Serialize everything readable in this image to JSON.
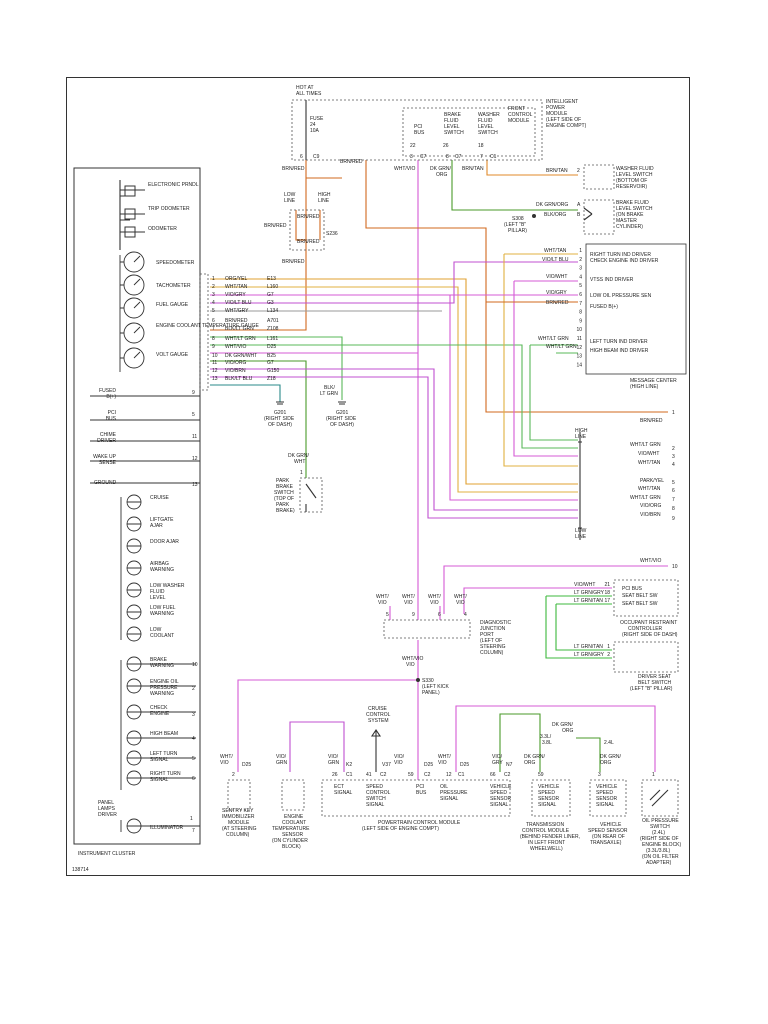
{
  "figure_id": "138714",
  "top": {
    "hot_at_all_times": [
      "HOT AT",
      "ALL TIMES"
    ],
    "fuse": [
      "FUSE",
      "24",
      "10A"
    ],
    "ipm": [
      "INTELLIGENT",
      "POWER",
      "MODULE",
      "(LEFT SIDE OF",
      "ENGINE COMPT)"
    ],
    "pci_bus": [
      "PCI",
      "BUS"
    ],
    "brake_fluid_level_switch": [
      "BRAKE",
      "FLUID",
      "LEVEL",
      "SWITCH"
    ],
    "washer_fluid_level_switch": [
      "WASHER",
      "FLUID",
      "LEVEL",
      "SWITCH"
    ],
    "front_control_module": [
      "FRONT",
      "CONTROL",
      "MODULE"
    ],
    "pins": {
      "p1": "6",
      "p2": "22",
      "p3": "26",
      "p4": "18",
      "c1": "C9",
      "c2": "3",
      "c3": "C7",
      "c4": "8",
      "c5": "C7",
      "c6": "7",
      "c7": "C1"
    },
    "wires": {
      "brn_red": "BRN/RED",
      "wht_vio": "WHT/VIO",
      "dk_grn_org": "DK GRN/",
      "org": "ORG",
      "brn_tan": "BRN/TAN"
    },
    "low_line": [
      "LOW",
      "LINE"
    ],
    "high_line": [
      "HIGH",
      "LINE"
    ],
    "s236": "S236",
    "brn_red_w1": "BRN/RED",
    "brn_red_w2": "BRN/RED",
    "brn_red_w3": "BRN/RED",
    "washer_fluid_switch_r": [
      "WASHER FLUID",
      "LEVEL SWITCH",
      "(BOTTOM OF",
      "RESERVOIR)"
    ],
    "brake_fluid_switch_r": [
      "BRAKE FLUID",
      "LEVEL SWITCH",
      "(ON BRAKE",
      "MASTER",
      "CYLINDER)"
    ],
    "s308": [
      "S308",
      "(LEFT \"B\"",
      "PILLAR)"
    ],
    "w_dk_grn_org_r": "DK GRN/ORG",
    "w_blk_org": "BLK/ORG",
    "w_brn_tan_r": "BRN/TAN",
    "pin_a": "A",
    "pin_b": "B",
    "pin_2": "2"
  },
  "cluster": {
    "title": "INSTRUMENT CLUSTER",
    "items": [
      "ELECTRONIC PRNDL",
      "TRIP ODOMETER",
      "ODOMETER",
      "SPEEDOMETER",
      "TACHOMETER",
      "FUEL GAUGE",
      "ENGINE COOLANT TEMPERATURE GAUGE",
      "VOLT GAUGE"
    ],
    "lamps": [
      "CRUISE",
      "LIFTGATE AJAR",
      "DOOR AJAR",
      "AIRBAG WARNING",
      "LOW WASHER FLUID LEVEL",
      "LOW FUEL WARNING",
      "LOW COOLANT",
      "BRAKE WARNING",
      "ENGINE OIL PRESSURE WARNING",
      "CHECK ENGINE",
      "HIGH BEAM",
      "LEFT TURN SIGNAL",
      "RIGHT TURN SIGNAL",
      "ILLUMINATOR"
    ],
    "left_inputs": [
      {
        "label": "FUSED B(+)",
        "pin": "9"
      },
      {
        "label": "PCI BUS",
        "pin": "5"
      },
      {
        "label": "CHIME DRIVER",
        "pin": "11"
      },
      {
        "label": "WAKE UP SENSE",
        "pin": "12"
      },
      {
        "label": "GROUND",
        "pin": "13"
      },
      {
        "label": "PANEL LAMPS DRIVER",
        "pin": "1"
      }
    ],
    "lamp_pins": [
      "10",
      "3",
      "4",
      "5",
      "6",
      "2",
      "7"
    ]
  },
  "harness": {
    "rows": [
      {
        "n": "1",
        "color": "ORG/YEL",
        "ckt": "E13"
      },
      {
        "n": "2",
        "color": "WHT/TAN",
        "ckt": "L160"
      },
      {
        "n": "3",
        "color": "VIO/GRY",
        "ckt": "G7"
      },
      {
        "n": "4",
        "color": "VIO/LT BLU",
        "ckt": "G3"
      },
      {
        "n": "5",
        "color": "WHT/GRY",
        "ckt": "L134"
      },
      {
        "n": "6",
        "color": "BRN/RED",
        "ckt": "A701"
      },
      {
        "n": "7",
        "color": "BLK/LT GRN",
        "ckt": "Z108"
      },
      {
        "n": "8",
        "color": "WHT/LT GRN",
        "ckt": "L161"
      },
      {
        "n": "9",
        "color": "WHT/VIO",
        "ckt": "D25"
      },
      {
        "n": "10",
        "color": "DK GRN/WHT",
        "ckt": "B25"
      },
      {
        "n": "11",
        "color": "VIO/ORG",
        "ckt": "G7"
      },
      {
        "n": "12",
        "color": "VIO/BRN",
        "ckt": "G150"
      },
      {
        "n": "13",
        "color": "BLK/LT BLU",
        "ckt": "Z18"
      }
    ],
    "g201a": [
      "G201",
      "(RIGHT SIDE",
      "OF DASH)"
    ],
    "g201b": [
      "G201",
      "(RIGHT SIDE",
      "OF DASH)"
    ],
    "blk_lt_grn": [
      "BLK/",
      "LT GRN"
    ],
    "park_brake": [
      "PARK",
      "BRAKE",
      "SWITCH",
      "(TOP OF",
      "PARK",
      "BRAKE)"
    ],
    "dk_grn_wht": [
      "DK GRN/",
      "WHT"
    ],
    "pin_1": "1"
  },
  "message_center": {
    "title": [
      "MESSAGE CENTER",
      "(HIGH LINE)"
    ],
    "entries": [
      "RIGHT TURN IND DRIVER",
      "CHECK ENGINE IND DRIVER",
      "VTSS IND DRIVER",
      "LOW OIL PRESSURE SEN",
      "FUSED B(+)",
      "LEFT TURN IND DRIVER",
      "HIGH BEAM IND DRIVER"
    ],
    "pins": [
      "1",
      "2",
      "3",
      "4",
      "5",
      "6",
      "7",
      "8",
      "9",
      "10",
      "11",
      "12",
      "13",
      "14"
    ],
    "wires": [
      "WHT/TAN",
      "VIO/LT BLU",
      "VIO/WHT",
      "VIO/GRY",
      "BRN/RED",
      "WHT/LT GRN",
      "WHT/LT GRN"
    ]
  },
  "right_stack": {
    "brn_red": "BRN/RED",
    "high_line": [
      "HIGH",
      "LINE"
    ],
    "low_line": [
      "LOW",
      "LINE"
    ],
    "wires": [
      "WHT/LT GRN",
      "VIO/WHT",
      "WHT/TAN",
      "PARK/YEL",
      "WHT/TAN",
      "WHT/LT GRN",
      "VIO/ORG",
      "VIO/BRN"
    ],
    "pins": [
      "1",
      "2",
      "3",
      "4",
      "5",
      "6",
      "7",
      "8",
      "9"
    ]
  },
  "occupant": {
    "wht_vio": "WHT/VIO",
    "pin_10": "10",
    "rows": [
      {
        "w": "VIO/WHT",
        "p": "21",
        "l": "PCI BUS"
      },
      {
        "w": "LT GRN/GRY",
        "p": "18",
        "l": "SEAT BELT SW"
      },
      {
        "w": "LT GRN/TAN",
        "p": "17",
        "l": "SEAT BELT SW"
      }
    ],
    "title": [
      "OCCUPANT RESTRAINT",
      "CONTROLLER",
      "(RIGHT SIDE OF DASH)"
    ],
    "seat_rows": [
      {
        "w": "LT GRN/TAN",
        "p": "1"
      },
      {
        "w": "LT GRN/GRY",
        "p": "2"
      }
    ],
    "seat_title": [
      "DRIVER SEAT",
      "BELT SWITCH",
      "(LEFT \"B\" PILLAR)"
    ]
  },
  "djp": {
    "wires": [
      "WHT/VIO",
      "WHT/VIO",
      "WHT/VIO",
      "WHT/VIO"
    ],
    "pins": [
      "5",
      "9",
      "6",
      "4"
    ],
    "title": [
      "DIAGNOSTIC",
      "JUNCTION",
      "PORT",
      "(LEFT OF",
      "STEERING",
      "COLUMN)"
    ],
    "wht_vio": "WHT/VIO",
    "s330": [
      "S330",
      "(LEFT KICK",
      "PANEL)"
    ]
  },
  "bottom": {
    "cruise": [
      "CRUISE",
      "CONTROL",
      "SYSTEM"
    ],
    "col_wires": [
      [
        "WHT/",
        "VIO"
      ],
      [
        "VIO/",
        "GRN"
      ],
      [
        "VIO/",
        "GRN"
      ],
      [
        "VIO/",
        "VIO"
      ],
      [
        "WHT/",
        "VIO"
      ],
      [
        "VIO/",
        "GRY"
      ],
      [
        "DK GRN/",
        "ORG"
      ],
      [
        "DK GRN/",
        "ORG"
      ]
    ],
    "ckts": [
      "D25",
      "K2",
      "V37",
      "D25",
      "D25",
      "N7"
    ],
    "pin_labels": [
      "2",
      "26",
      "C1",
      "41",
      "C2",
      "59",
      "C2",
      "12",
      "C1",
      "66",
      "C2",
      "59",
      "3",
      "1"
    ],
    "sentry": [
      "SENTRY KEY",
      "IMMOBILIZER",
      "MODULE",
      "(AT STEERING",
      "COLUMN)"
    ],
    "ect_sensor": [
      "ENGINE",
      "COOLANT",
      "TEMPERATURE",
      "SENSOR",
      "(ON CYLINDER",
      "BLOCK)"
    ],
    "pcm_inner": [
      [
        "ECT",
        "SIGNAL"
      ],
      [
        "SPEED",
        "CONTROL",
        "SWITCH",
        "SIGNAL"
      ],
      [
        "PCI",
        "BUS"
      ],
      [
        "OIL",
        "PRESSURE",
        "SIGNAL"
      ],
      [
        "VEHICLE",
        "SPEED",
        "SENSOR",
        "SIGNAL"
      ]
    ],
    "pcm_title": [
      "POWERTRAIN CONTROL MODULE",
      "(LEFT SIDE OF ENGINE COMPT)"
    ],
    "tcm_inner": [
      "VEHICLE",
      "SPEED",
      "SENSOR",
      "SIGNAL"
    ],
    "tcm_title": [
      "TRANSMISSION",
      "CONTROL MODULE",
      "(BEHIND FENDER LINER,",
      "IN LEFT FRONT",
      "WHEELWELL)"
    ],
    "vss_inner": [
      "VEHICLE",
      "SPEED",
      "SENSOR",
      "SIGNAL"
    ],
    "vss_title": [
      "VEHICLE",
      "SPEED SENSOR",
      "(ON REAR OF",
      "TRANSAXLE)"
    ],
    "ops_title": [
      "OIL PRESSURE",
      "SWITCH",
      "(2.4L)",
      "(RIGHT SIDE OF",
      "ENGINE BLOCK)",
      "(3.3L/3.8L)",
      "(ON OIL FILTER",
      "ADAPTER)"
    ],
    "eng_labels": [
      "3.3L/",
      "3.8L",
      "2.4L"
    ],
    "dk_grn_org": [
      "DK GRN/",
      "ORG"
    ]
  }
}
